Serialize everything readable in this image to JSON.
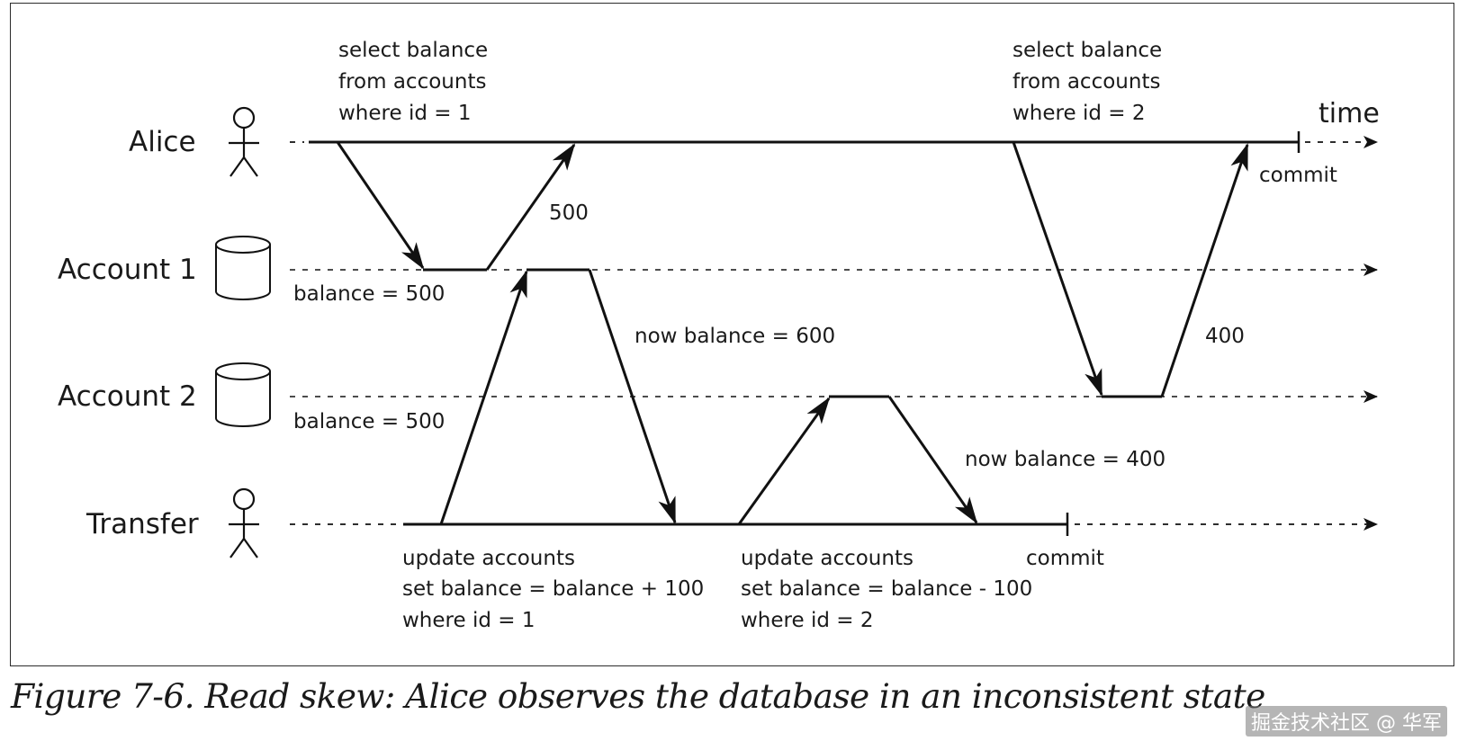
{
  "lanes": {
    "alice": "Alice",
    "account1": "Account 1",
    "account2": "Account 2",
    "transfer": "Transfer"
  },
  "time_label": "time",
  "alice_query_1": [
    "select balance",
    "from accounts",
    "where id = 1"
  ],
  "alice_query_2": [
    "select balance",
    "from accounts",
    "where id = 2"
  ],
  "alice_reply_1": "500",
  "alice_reply_2": "400",
  "alice_commit": "commit",
  "account1_initial": "balance = 500",
  "account2_initial": "balance = 500",
  "account1_after": "now balance = 600",
  "account2_after": "now balance = 400",
  "transfer_update_1": [
    "update accounts",
    "set balance = balance + 100",
    "where id = 1"
  ],
  "transfer_update_2": [
    "update accounts",
    "set balance = balance - 100",
    "where id = 2"
  ],
  "transfer_commit": "commit",
  "caption": "Figure 7-6. Read skew: Alice observes the database in an inconsistent state",
  "watermark": "掘金技术社区 @ 华军"
}
